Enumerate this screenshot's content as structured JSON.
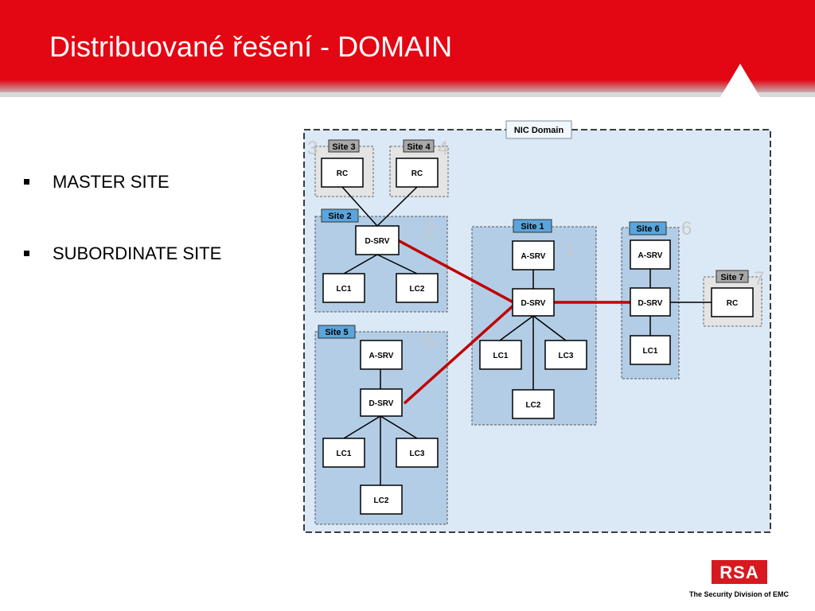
{
  "slide": {
    "title": "Distribuované řešení - DOMAIN"
  },
  "bullets": [
    "MASTER SITE",
    "SUBORDINATE SITE"
  ],
  "diagram": {
    "domain_label": "NIC Domain",
    "sites": [
      {
        "id": "site3",
        "label": "Site 3",
        "number": "3",
        "kind": "gray"
      },
      {
        "id": "site4",
        "label": "Site 4",
        "number": "4",
        "kind": "gray"
      },
      {
        "id": "site2",
        "label": "Site 2",
        "number": "2",
        "kind": "blue"
      },
      {
        "id": "site1",
        "label": "Site 1",
        "number": "1",
        "kind": "blue"
      },
      {
        "id": "site6",
        "label": "Site 6",
        "number": "6",
        "kind": "blue"
      },
      {
        "id": "site7",
        "label": "Site 7",
        "number": "7",
        "kind": "gray"
      },
      {
        "id": "site5",
        "label": "Site 5",
        "number": "5",
        "kind": "blue"
      }
    ],
    "nodes": [
      {
        "id": "s3-rc",
        "label": "RC"
      },
      {
        "id": "s4-rc",
        "label": "RC"
      },
      {
        "id": "s2-dsrv",
        "label": "D-SRV"
      },
      {
        "id": "s2-lc1",
        "label": "LC1"
      },
      {
        "id": "s2-lc2",
        "label": "LC2"
      },
      {
        "id": "s1-asrv",
        "label": "A-SRV"
      },
      {
        "id": "s1-dsrv",
        "label": "D-SRV"
      },
      {
        "id": "s1-lc1",
        "label": "LC1"
      },
      {
        "id": "s1-lc3",
        "label": "LC3"
      },
      {
        "id": "s1-lc2",
        "label": "LC2"
      },
      {
        "id": "s6-asrv",
        "label": "A-SRV"
      },
      {
        "id": "s6-dsrv",
        "label": "D-SRV"
      },
      {
        "id": "s6-lc1",
        "label": "LC1"
      },
      {
        "id": "s7-rc",
        "label": "RC"
      },
      {
        "id": "s5-asrv",
        "label": "A-SRV"
      },
      {
        "id": "s5-dsrv",
        "label": "D-SRV"
      },
      {
        "id": "s5-lc1",
        "label": "LC1"
      },
      {
        "id": "s5-lc3",
        "label": "LC3"
      },
      {
        "id": "s5-lc2",
        "label": "LC2"
      }
    ],
    "colors": {
      "domain_bg": "#dbe8f5",
      "site_blue_bg": "#b3cde6",
      "site_blue_label": "#5aa5dc",
      "site_gray_bg": "#e4e4e4",
      "site_gray_label": "#a8a8a8",
      "master_link": "#c00000"
    }
  },
  "logo": {
    "brand": "RSA",
    "tagline": "The Security Division of EMC",
    "color": "#d71920"
  },
  "header_color": "#e30613"
}
